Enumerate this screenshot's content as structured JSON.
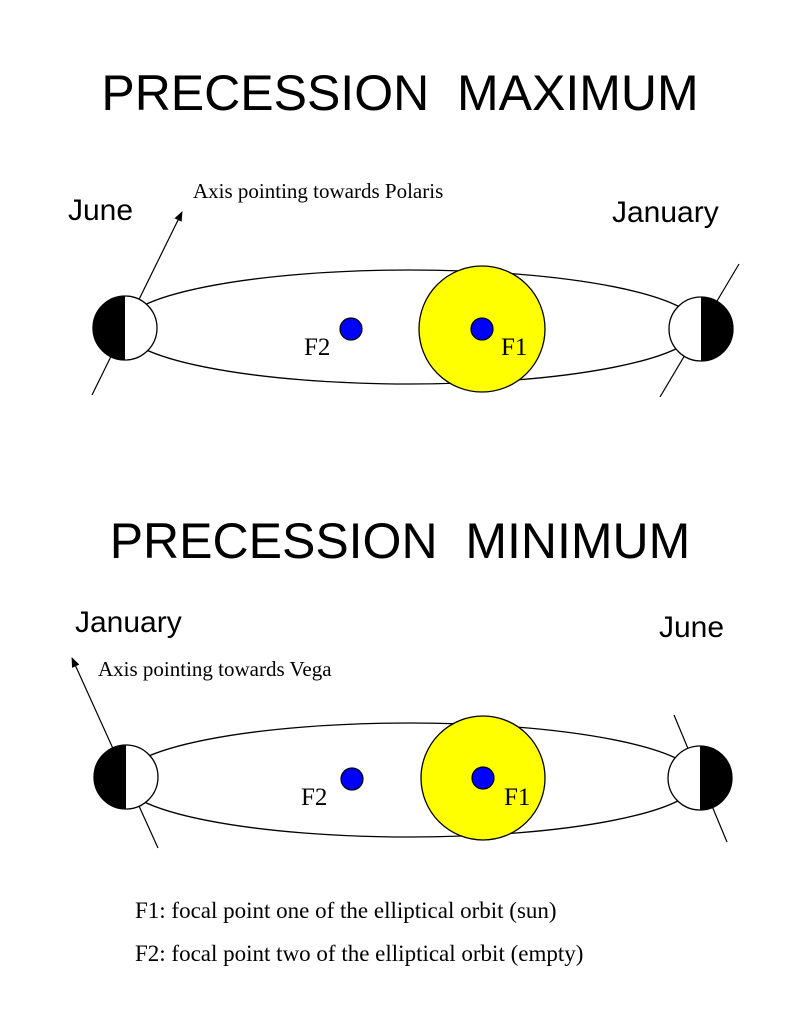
{
  "colors": {
    "sun": "#ffff00",
    "focus": "#0000ff",
    "night": "#000000",
    "day": "#ffffff"
  },
  "panels": [
    {
      "title": "PRECESSION  MAXIMUM",
      "left_month": "June",
      "right_month": "January",
      "axis_note": "Axis pointing towards Polaris",
      "focus_1": "F1",
      "focus_2": "F2"
    },
    {
      "title": "PRECESSION  MINIMUM",
      "left_month": "January",
      "right_month": "June",
      "axis_note": "Axis pointing towards Vega",
      "focus_1": "F1",
      "focus_2": "F2"
    }
  ],
  "legend": [
    "F1: focal point one of the elliptical orbit (sun)",
    "F2: focal point two of the elliptical orbit (empty)"
  ]
}
